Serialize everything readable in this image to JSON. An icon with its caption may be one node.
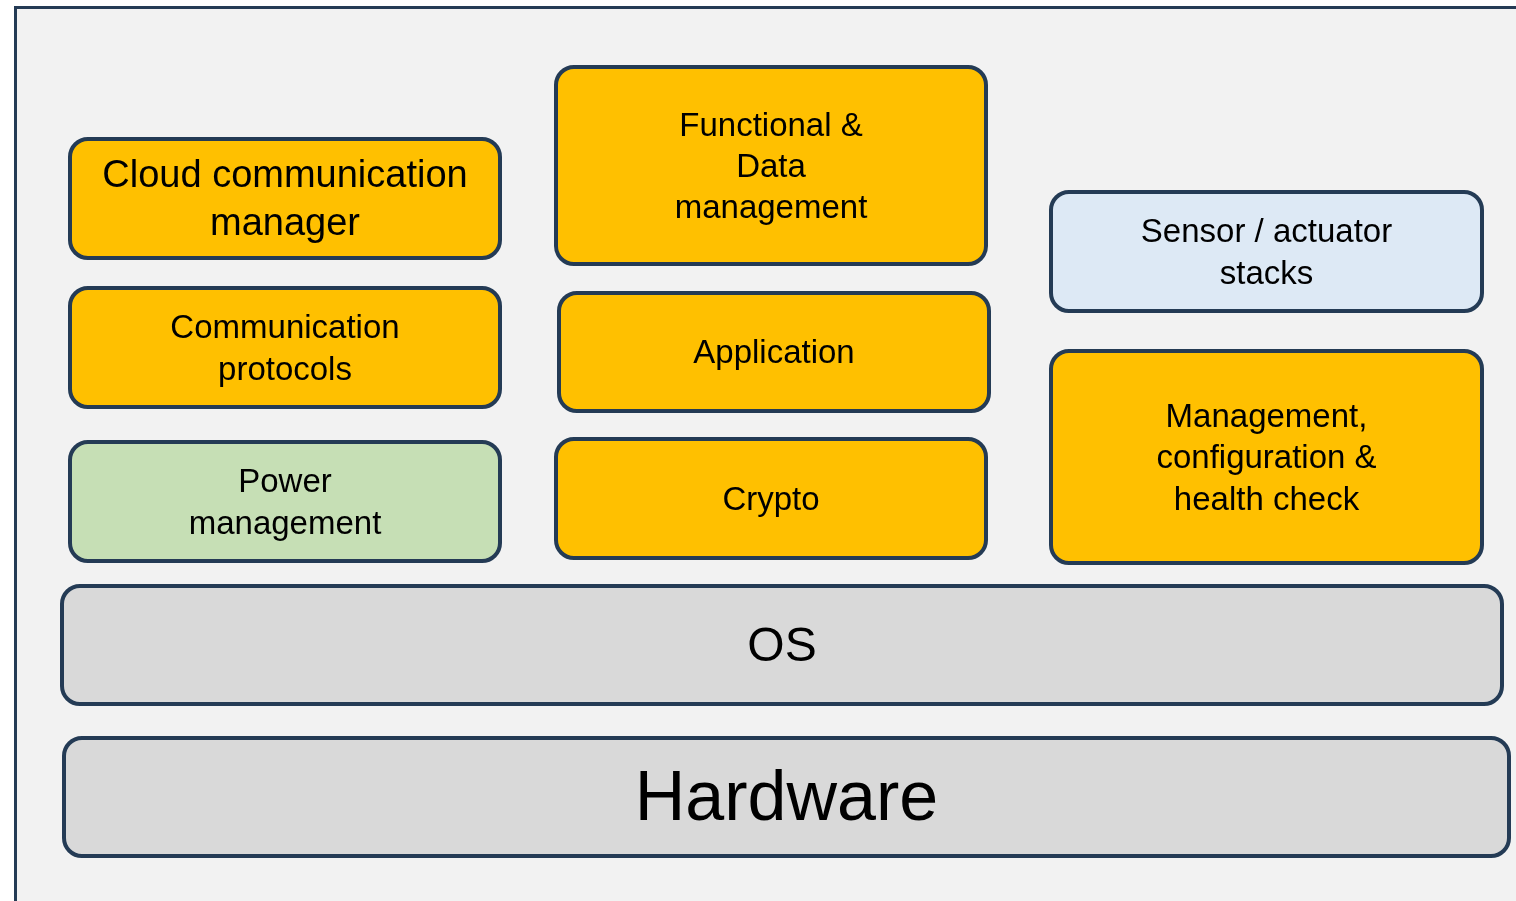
{
  "diagram": {
    "nodes": [
      {
        "text": [
          "Cloud communication manager"
        ]
      },
      {
        "text": [
          "Functional & Data management"
        ]
      },
      {
        "text": [
          "Sensor / actuator stacks"
        ]
      },
      {
        "text": [
          "Communication protocols"
        ]
      },
      {
        "text": [
          "Application"
        ]
      },
      {
        "text": [
          "Management, configuration & health check"
        ]
      },
      {
        "text": [
          "Power management"
        ]
      },
      {
        "text": [
          "Crypto"
        ]
      },
      {
        "text": [
          "OS"
        ]
      },
      {
        "text": [
          "Hardware"
        ]
      }
    ]
  }
}
